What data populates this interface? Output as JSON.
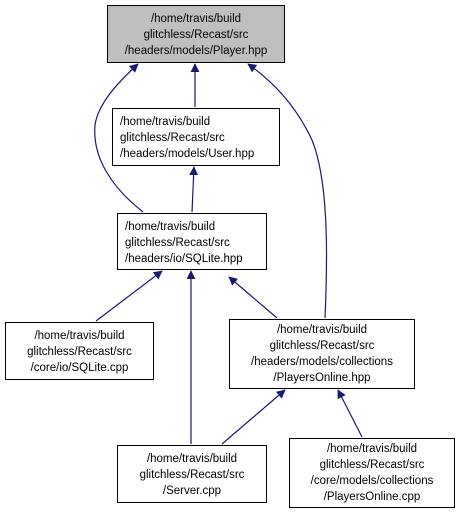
{
  "colors": {
    "edge": "#191970",
    "focus_fill": "#bfbfbf",
    "node_border": "#000000"
  },
  "nodes": {
    "player_hpp": {
      "lines": [
        "/home/travis/build",
        "glitchless/Recast/src",
        "/headers/models/Player.hpp"
      ]
    },
    "user_hpp": {
      "lines": [
        "/home/travis/build",
        "glitchless/Recast/src",
        "/headers/models/User.hpp"
      ]
    },
    "sqlite_hpp": {
      "lines": [
        "/home/travis/build",
        "glitchless/Recast/src",
        "/headers/io/SQLite.hpp"
      ]
    },
    "sqlite_cpp": {
      "lines": [
        "/home/travis/build",
        "glitchless/Recast/src",
        "/core/io/SQLite.cpp"
      ]
    },
    "playersonline_hpp": {
      "lines": [
        "/home/travis/build",
        "glitchless/Recast/src",
        "/headers/models/collections",
        "/PlayersOnline.hpp"
      ]
    },
    "server_cpp": {
      "lines": [
        "/home/travis/build",
        "glitchless/Recast/src",
        "/Server.cpp"
      ]
    },
    "playersonline_cpp": {
      "lines": [
        "/home/travis/build",
        "glitchless/Recast/src",
        "/core/models/collections",
        "/PlayersOnline.cpp"
      ]
    }
  }
}
